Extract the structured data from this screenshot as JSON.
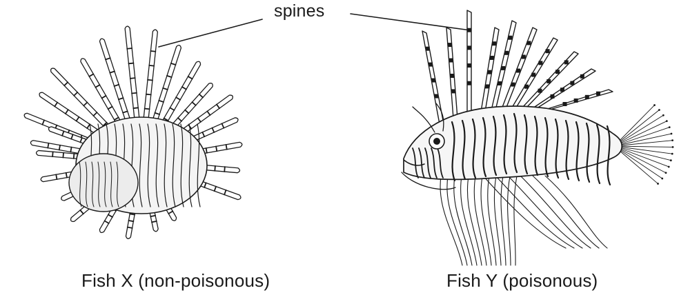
{
  "labels": {
    "spines": "spines",
    "fish_x": "Fish X (non-poisonous)",
    "fish_y": "Fish Y (poisonous)"
  },
  "colors": {
    "ink": "#1a1a1a",
    "paper": "#ffffff"
  }
}
